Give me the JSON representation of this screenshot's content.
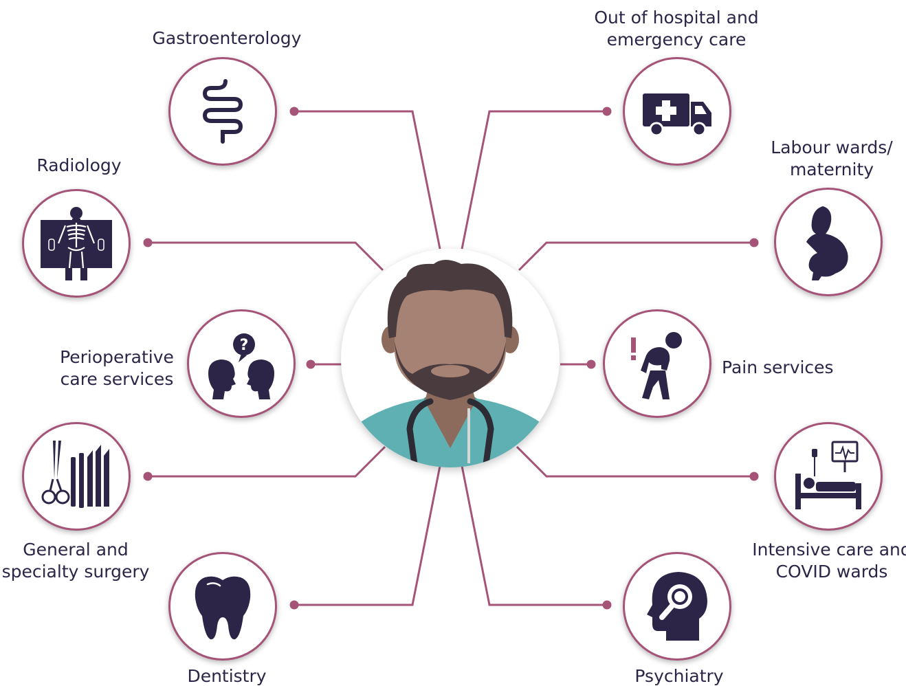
{
  "center": {
    "icon": "doctor-avatar-icon"
  },
  "colors": {
    "accent": "#a55478",
    "icon": "#2d2547",
    "scrubs": "#5fb0b2"
  },
  "specialties": [
    {
      "id": "gastroenterology",
      "lines": [
        "Gastroenterology"
      ],
      "icon": "intestine-icon"
    },
    {
      "id": "emergency",
      "lines": [
        "Out of hospital and",
        "emergency care"
      ],
      "icon": "ambulance-icon"
    },
    {
      "id": "radiology",
      "lines": [
        "Radiology"
      ],
      "icon": "xray-icon"
    },
    {
      "id": "maternity",
      "lines": [
        "Labour wards/",
        "maternity"
      ],
      "icon": "pregnant-woman-icon"
    },
    {
      "id": "perioperative",
      "lines": [
        "Perioperative",
        "care services"
      ],
      "icon": "consultation-icon"
    },
    {
      "id": "pain",
      "lines": [
        "Pain services"
      ],
      "icon": "back-pain-icon"
    },
    {
      "id": "surgery",
      "lines": [
        "General and",
        "specialty surgery"
      ],
      "icon": "surgical-tools-icon"
    },
    {
      "id": "intensive-care",
      "lines": [
        "Intensive care and",
        "COVID wards"
      ],
      "icon": "hospital-bed-icon"
    },
    {
      "id": "dentistry",
      "lines": [
        "Dentistry"
      ],
      "icon": "tooth-icon"
    },
    {
      "id": "psychiatry",
      "lines": [
        "Psychiatry"
      ],
      "icon": "head-magnifier-icon"
    }
  ]
}
